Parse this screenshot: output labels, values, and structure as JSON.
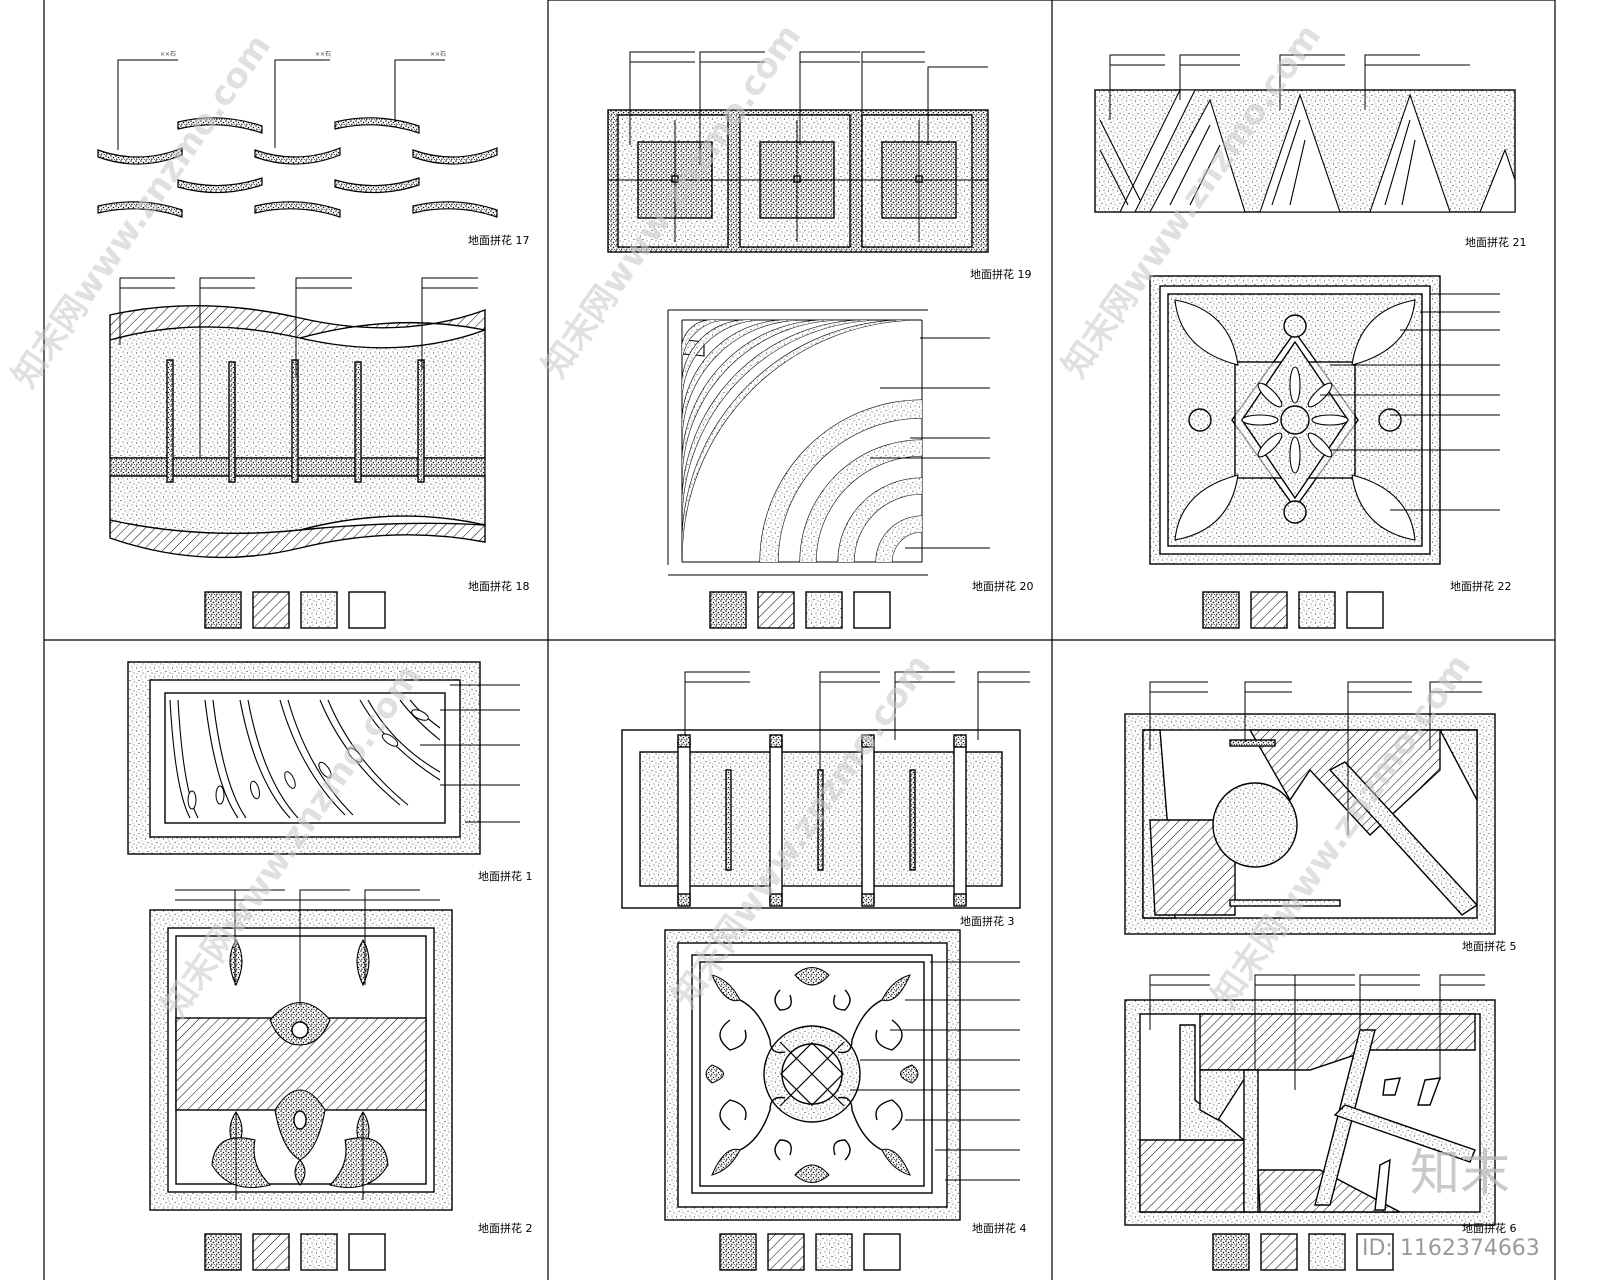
{
  "panels": {
    "p17": {
      "title": "地面拼花 17"
    },
    "p18": {
      "title": "地面拼花 18"
    },
    "p19": {
      "title": "地面拼花 19"
    },
    "p20": {
      "title": "地面拼花 20"
    },
    "p21": {
      "title": "地面拼花 21"
    },
    "p22": {
      "title": "地面拼花 22"
    },
    "p1": {
      "title": "地面拼花 1"
    },
    "p2": {
      "title": "地面拼花 2"
    },
    "p3": {
      "title": "地面拼花 3"
    },
    "p4": {
      "title": "地面拼花 4"
    },
    "p5": {
      "title": "地面拼花 5"
    },
    "p6": {
      "title": "地面拼花 6"
    }
  },
  "watermark": {
    "text": "知末网www.znzmo.com"
  },
  "logo": {
    "text": "知末"
  },
  "image_id": {
    "text": "ID: 1162374663"
  },
  "colors": {
    "line": "#000000",
    "watermark": "#c8c8c8"
  }
}
